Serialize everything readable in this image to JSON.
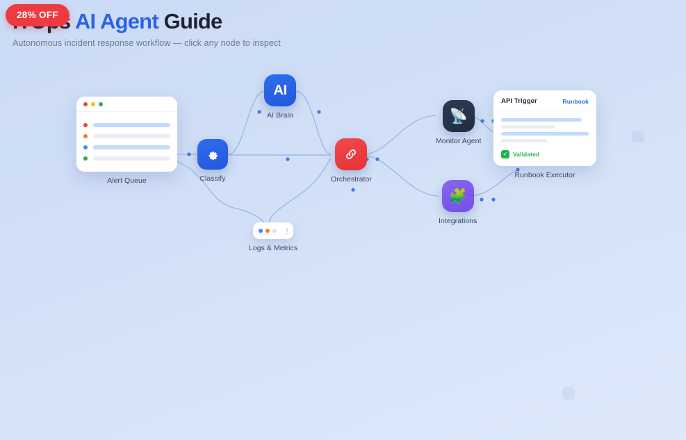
{
  "header": {
    "title_plain_1": "ITOps ",
    "title_accent": "AI Agent",
    "title_plain_2": " Guide",
    "subtitle": "Autonomous incident response workflow — click any node to inspect"
  },
  "badge": {
    "label": "28% OFF",
    "color": "#ee3b42"
  },
  "theme": {
    "background_top": "#ccdcf6",
    "background_bottom": "#dde8fa",
    "accent_blue": "#2a63e8",
    "node_blue": "#2f6ded",
    "node_red": "#ef3b3f",
    "node_dark": "#2a3449",
    "node_purple": "#7e57ee",
    "edge_color": "#7aa6e8",
    "success_green": "#24b34b"
  },
  "nodes": {
    "alert_queue": {
      "label": "Alert Queue",
      "type": "window-card",
      "titlebar_dots": [
        "red",
        "yellow",
        "green"
      ],
      "rows": [
        {
          "dot": "red",
          "bar": "blue"
        },
        {
          "dot": "orange",
          "bar": "grey"
        },
        {
          "dot": "blue",
          "bar": "blue"
        },
        {
          "dot": "green",
          "bar": "grey"
        }
      ]
    },
    "classify": {
      "label": "Classify",
      "type": "icon-tile",
      "icon": "gear-icon",
      "glyph": "⚙",
      "color": "#2f6ded"
    },
    "ai_brain": {
      "label": "AI Brain",
      "type": "icon-tile",
      "icon": "ai-text-icon",
      "glyph": "AI",
      "color": "#2f6ded"
    },
    "orchestrator": {
      "label": "Orchestrator",
      "type": "icon-tile",
      "icon": "link-chain-icon",
      "glyph": "🔗",
      "color": "#ef3b3f"
    },
    "monitor_agent": {
      "label": "Monitor Agent",
      "type": "icon-tile",
      "icon": "satellite-dish-icon",
      "glyph": "📡",
      "color": "#2a3449"
    },
    "integrations": {
      "label": "Integrations",
      "type": "icon-tile",
      "icon": "puzzle-piece-icon",
      "glyph": "🧩",
      "color": "#7e57ee"
    },
    "logs_metrics": {
      "label": "Logs & Metrics",
      "type": "pill-card",
      "dots": [
        "blue",
        "orange",
        "grey"
      ],
      "menu_icon": "kebab-menu-icon"
    },
    "runbook_executor": {
      "label": "Runbook Executor",
      "type": "runbook-card",
      "card_title": "API Trigger",
      "card_link": "Runbook",
      "bars": [
        "blue",
        "grey",
        "blue",
        "grey"
      ],
      "status_badge": {
        "text": "Validated",
        "check_glyph": "✓",
        "color": "#24b34b"
      }
    }
  }
}
